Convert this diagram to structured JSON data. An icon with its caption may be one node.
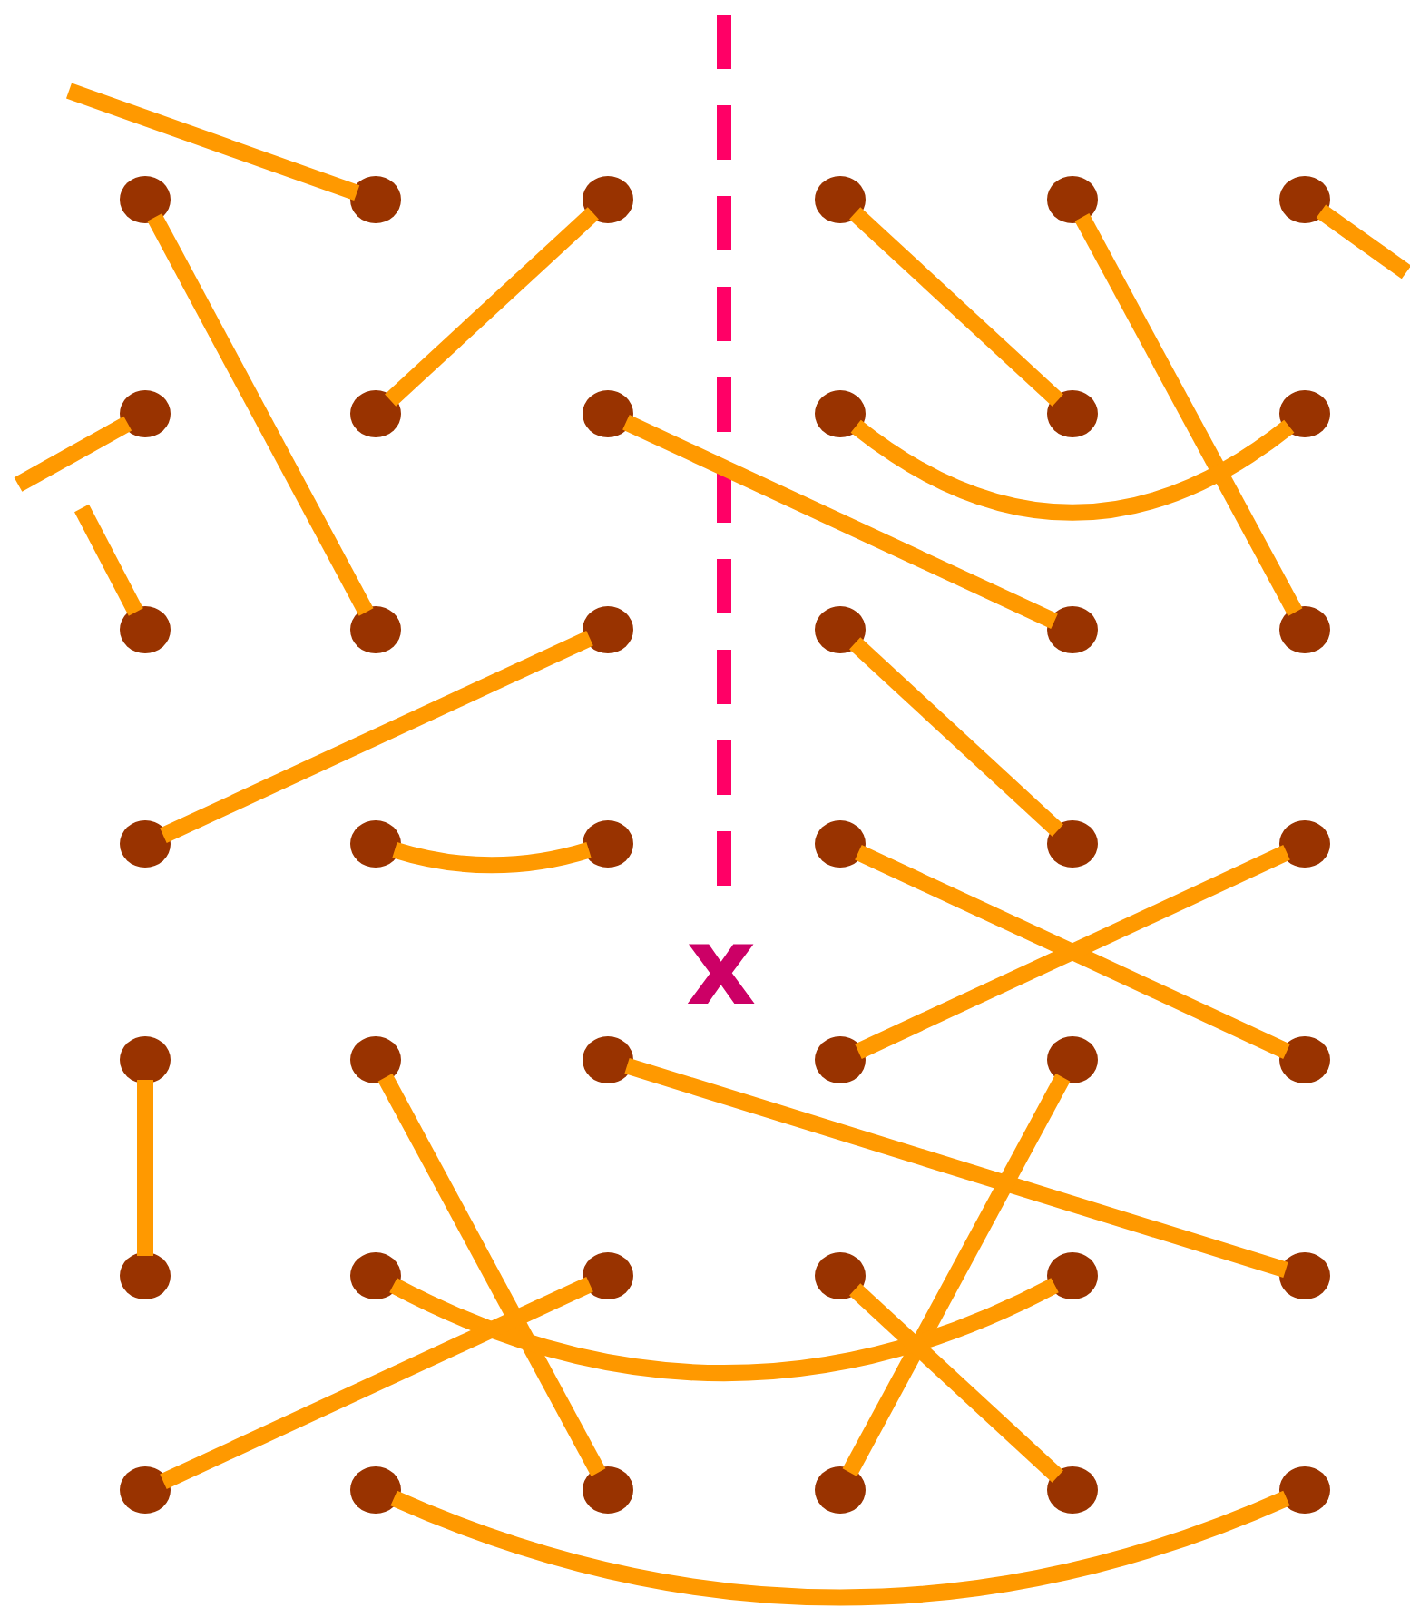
{
  "diagram": {
    "nodes": [
      {
        "text": [],
        "shape": "circle"
      },
      {
        "text": [],
        "shape": "circle"
      },
      {
        "text": [],
        "shape": "circle"
      },
      {
        "text": [],
        "shape": "circle"
      },
      {
        "text": [],
        "shape": "circle"
      },
      {
        "text": [],
        "shape": "circle"
      },
      {
        "text": [],
        "shape": "circle"
      },
      {
        "text": [],
        "shape": "circle"
      },
      {
        "text": [],
        "shape": "circle"
      },
      {
        "text": [],
        "shape": "circle"
      },
      {
        "text": [],
        "shape": "circle"
      },
      {
        "text": [],
        "shape": "circle"
      },
      {
        "text": [],
        "shape": "circle"
      },
      {
        "text": [],
        "shape": "circle"
      },
      {
        "text": [],
        "shape": "circle"
      },
      {
        "text": [],
        "shape": "circle"
      },
      {
        "text": [],
        "shape": "circle"
      },
      {
        "text": [],
        "shape": "circle"
      },
      {
        "text": [],
        "shape": "circle"
      },
      {
        "text": [],
        "shape": "circle"
      },
      {
        "text": [],
        "shape": "circle"
      },
      {
        "text": [],
        "shape": "circle"
      },
      {
        "text": [],
        "shape": "circle"
      },
      {
        "text": [],
        "shape": "circle"
      },
      {
        "text": [],
        "shape": "circle"
      },
      {
        "text": [],
        "shape": "circle"
      },
      {
        "text": [],
        "shape": "circle"
      },
      {
        "text": [],
        "shape": "circle"
      },
      {
        "text": [],
        "shape": "circle"
      },
      {
        "text": [],
        "shape": "circle"
      },
      {
        "text": [],
        "shape": "circle"
      },
      {
        "text": [],
        "shape": "circle"
      },
      {
        "text": [],
        "shape": "circle"
      },
      {
        "text": [],
        "shape": "circle"
      },
      {
        "text": [],
        "shape": "circle"
      },
      {
        "text": [],
        "shape": "circle"
      },
      {
        "text": [],
        "shape": "circle"
      },
      {
        "text": [],
        "shape": "circle"
      },
      {
        "text": [],
        "shape": "circle"
      },
      {
        "text": [],
        "shape": "circle"
      },
      {
        "text": [],
        "shape": "circle"
      },
      {
        "text": [],
        "shape": "circle"
      }
    ],
    "edges": [
      {
        "from": null,
        "to": 1,
        "arrow": "none"
      },
      {
        "from": 0,
        "to": 13,
        "arrow": "none"
      },
      {
        "from": 2,
        "to": 7,
        "arrow": "none"
      },
      {
        "from": 3,
        "to": 10,
        "arrow": "none"
      },
      {
        "from": 4,
        "to": 17,
        "arrow": "none"
      },
      {
        "from": 5,
        "to": null,
        "arrow": "none"
      },
      {
        "from": 6,
        "to": null,
        "arrow": "none"
      },
      {
        "from": 8,
        "to": 16,
        "arrow": "none"
      },
      {
        "from": 9,
        "to": 11,
        "arrow": "none"
      },
      {
        "from": null,
        "to": 12,
        "arrow": "none"
      },
      {
        "from": 14,
        "to": 18,
        "arrow": "none"
      },
      {
        "from": 15,
        "to": 22,
        "arrow": "none"
      },
      {
        "from": 19,
        "to": 20,
        "arrow": "none"
      },
      {
        "from": 21,
        "to": 29,
        "arrow": "none"
      },
      {
        "from": 23,
        "to": 27,
        "arrow": "none"
      },
      {
        "from": 24,
        "to": 30,
        "arrow": "none"
      },
      {
        "from": 25,
        "to": 38,
        "arrow": "none"
      },
      {
        "from": 26,
        "to": 35,
        "arrow": "none"
      },
      {
        "from": 28,
        "to": 39,
        "arrow": "none"
      },
      {
        "from": 31,
        "to": 34,
        "arrow": "none"
      },
      {
        "from": 32,
        "to": 36,
        "arrow": "none"
      },
      {
        "from": 33,
        "to": 40,
        "arrow": "none"
      },
      {
        "from": 37,
        "to": 41,
        "arrow": "none"
      }
    ],
    "labels": [
      "x"
    ]
  }
}
